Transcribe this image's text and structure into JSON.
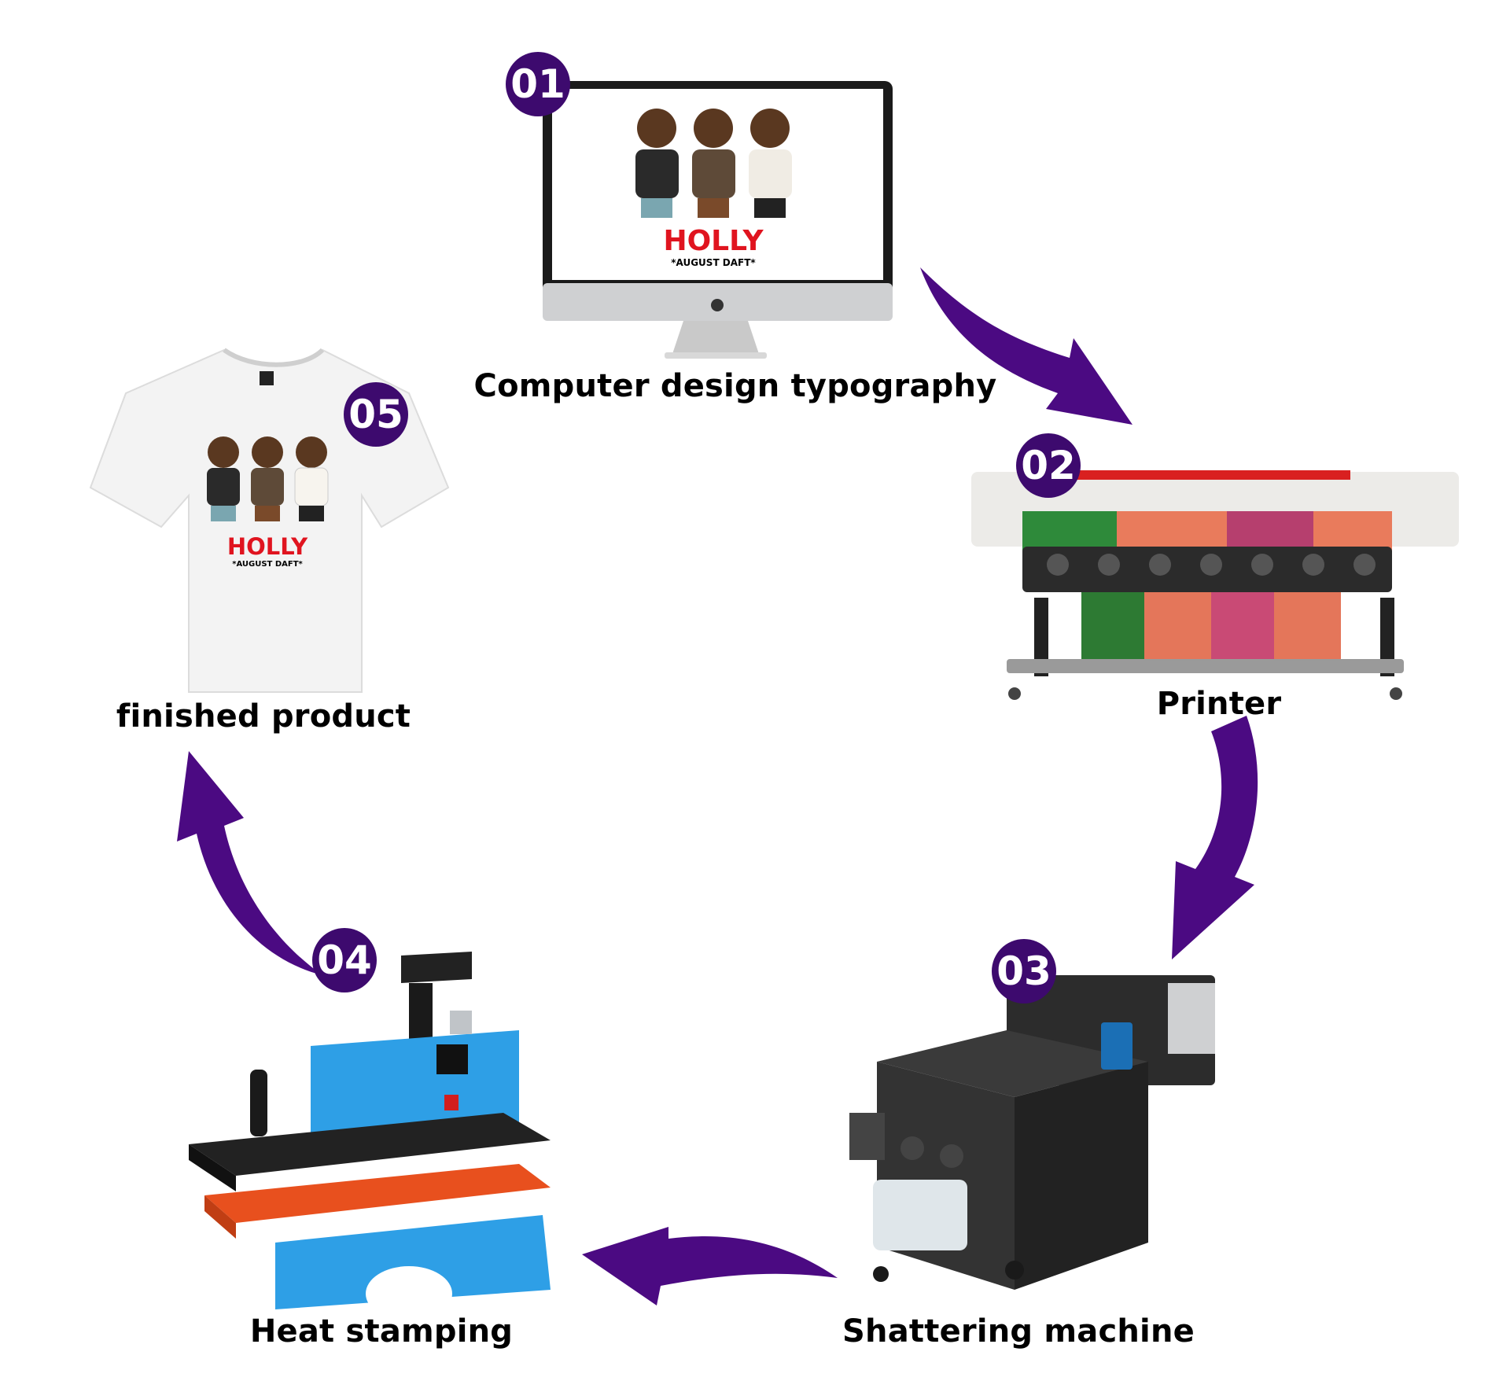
{
  "steps": [
    {
      "number": "01",
      "label": "Computer design typography",
      "icon": "computer-monitor"
    },
    {
      "number": "02",
      "label": "Printer",
      "icon": "large-format-printer"
    },
    {
      "number": "03",
      "label": "Shattering machine",
      "icon": "powder-shaker-machine"
    },
    {
      "number": "04",
      "label": "Heat stamping",
      "icon": "heat-press"
    },
    {
      "number": "05",
      "label": "finished product",
      "icon": "t-shirt"
    }
  ],
  "design": {
    "title": "HOLLY",
    "subtitle": "*AUGUST DAFT*"
  },
  "colors": {
    "badge": "#3d0a6e",
    "arrow": "#4b0a82",
    "holly_red": "#e0141f",
    "press_blue": "#2e9fe6",
    "press_plate": "#e8501e"
  }
}
